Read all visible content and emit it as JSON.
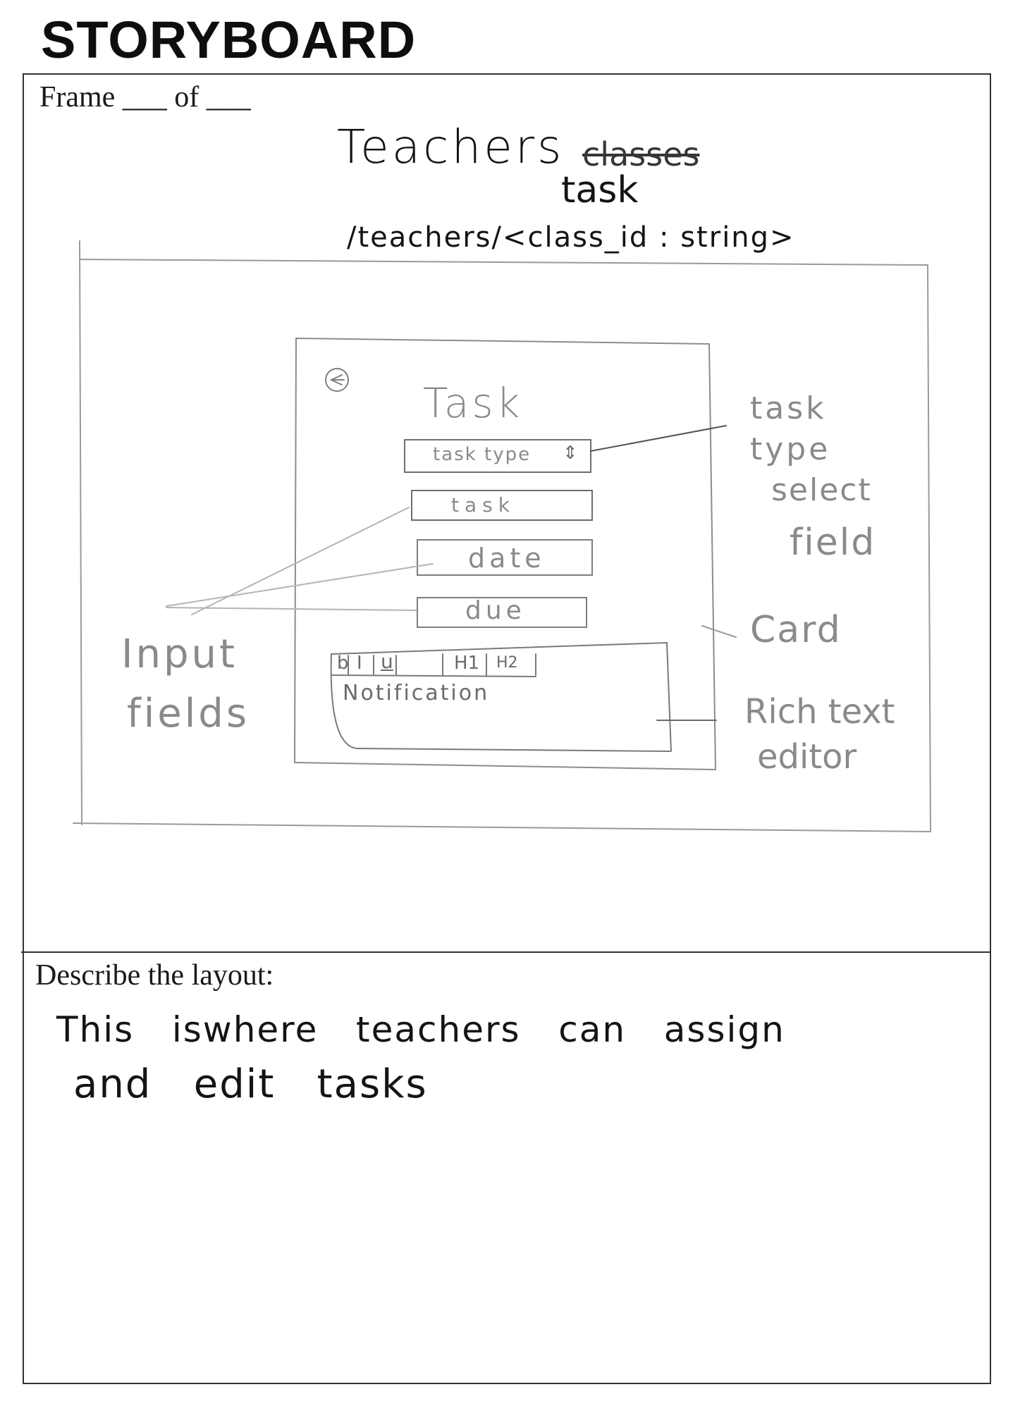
{
  "header": {
    "title": "STORYBOARD"
  },
  "frame": {
    "label": "Frame ___ of ___"
  },
  "sketch": {
    "page_title": "Teachers",
    "struck_word": "classes",
    "replacement_word": "task",
    "route": "/teachers/<class_id : string>",
    "card_title": "Task",
    "fields": [
      "task type",
      "task",
      "date",
      "due"
    ],
    "toolbar": [
      "b",
      "I",
      "u",
      "H1",
      "H2"
    ],
    "editor_placeholder": "Notification",
    "annotations": {
      "select": [
        "task",
        "type",
        "select",
        "field"
      ],
      "card": "Card",
      "editor": [
        "Rich text",
        "editor"
      ],
      "inputs": [
        "Input",
        "fields"
      ]
    }
  },
  "description": {
    "label": "Describe the layout:",
    "lines": [
      "This   iswhere   teachers   can   assign",
      "and   edit   tasks"
    ]
  }
}
